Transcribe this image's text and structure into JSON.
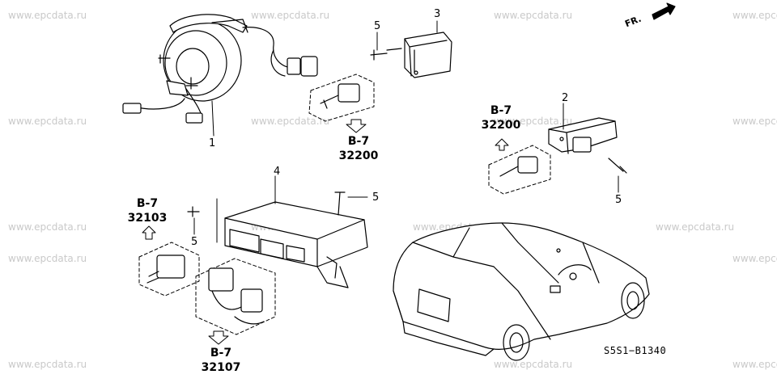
{
  "watermark": "www.epcdata.ru",
  "direction_label": "FR.",
  "diagram_code": "S5S1−B1340",
  "callouts": {
    "c1": "1",
    "c2": "2",
    "c3": "3",
    "c4": "4",
    "c5a": "5",
    "c5b": "5",
    "c5c": "5",
    "c5d": "5"
  },
  "references": {
    "r1": {
      "section": "B-7",
      "part": "32200"
    },
    "r2": {
      "section": "B-7",
      "part": "32200"
    },
    "r3": {
      "section": "B-7",
      "part": "32103"
    },
    "r4": {
      "section": "B-7",
      "part": "32107"
    }
  }
}
